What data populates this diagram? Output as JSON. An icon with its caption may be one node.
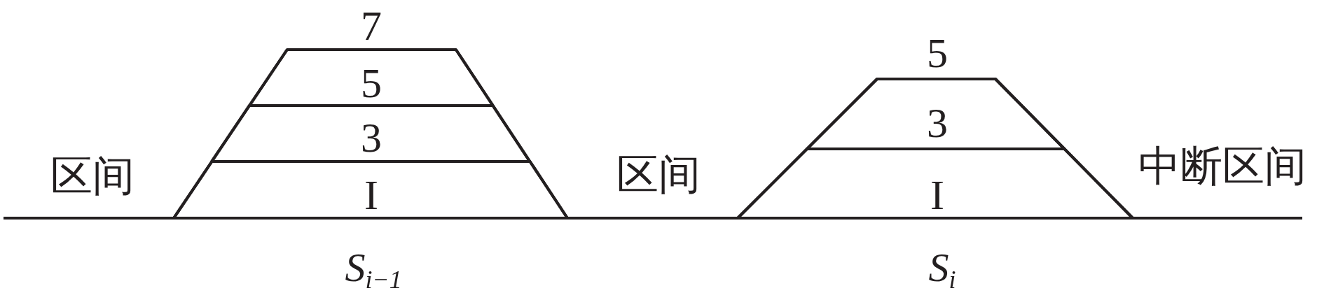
{
  "diagram": {
    "nodes": [
      {
        "text": [
          "7"
        ],
        "beside": [
          "S$_{i−1}$"
        ]
      },
      {
        "text": [
          "5"
        ],
        "in": 0
      },
      {
        "text": [
          "3"
        ],
        "in": 0
      },
      {
        "text": [
          "I"
        ],
        "in": 0
      },
      {
        "text": [
          "5"
        ],
        "beside": [
          "S$_{i}$"
        ]
      },
      {
        "text": [
          "3"
        ],
        "in": 4
      },
      {
        "text": [
          "I"
        ],
        "in": 4
      }
    ],
    "labels": [
      "区间",
      "区间",
      "中断区间"
    ]
  }
}
